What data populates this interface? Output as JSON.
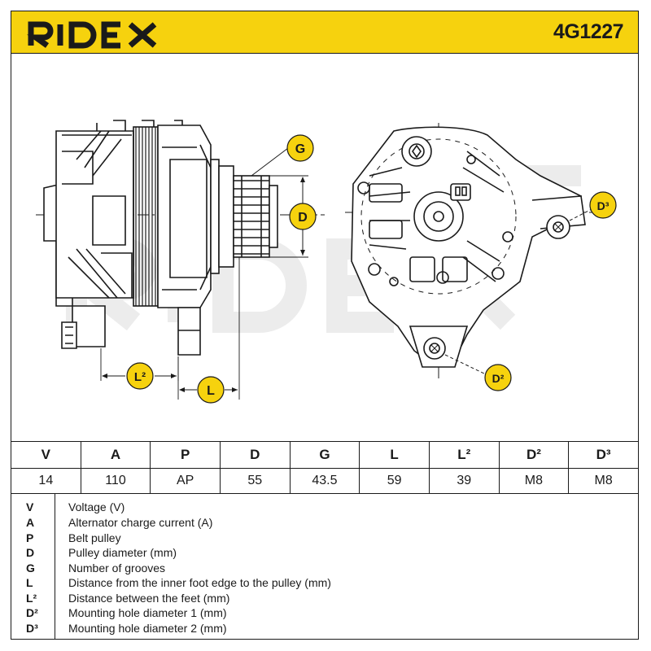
{
  "header": {
    "brand": "RIDEX",
    "part_number": "4G1227",
    "background_color": "#f6d20e"
  },
  "drawing": {
    "callouts": {
      "G": "G",
      "D": "D",
      "L2": "L²",
      "L": "L",
      "D2": "D²",
      "D3": "D³"
    }
  },
  "specs": {
    "headers": [
      "V",
      "A",
      "P",
      "D",
      "G",
      "L",
      "L²",
      "D²",
      "D³"
    ],
    "values": [
      "14",
      "110",
      "AP",
      "55",
      "43.5",
      "59",
      "39",
      "M8",
      "M8"
    ]
  },
  "legend": [
    {
      "symbol": "V",
      "description": "Voltage (V)"
    },
    {
      "symbol": "A",
      "description": "Alternator charge current (A)"
    },
    {
      "symbol": "P",
      "description": "Belt pulley"
    },
    {
      "symbol": "D",
      "description": "Pulley diameter (mm)"
    },
    {
      "symbol": "G",
      "description": "Number of grooves"
    },
    {
      "symbol": "L",
      "description": "Distance from the inner foot edge to the pulley (mm)"
    },
    {
      "symbol": "L²",
      "description": "Distance between the feet (mm)"
    },
    {
      "symbol": "D²",
      "description": "Mounting hole diameter 1 (mm)"
    },
    {
      "symbol": "D³",
      "description": "Mounting hole diameter 2 (mm)"
    }
  ]
}
